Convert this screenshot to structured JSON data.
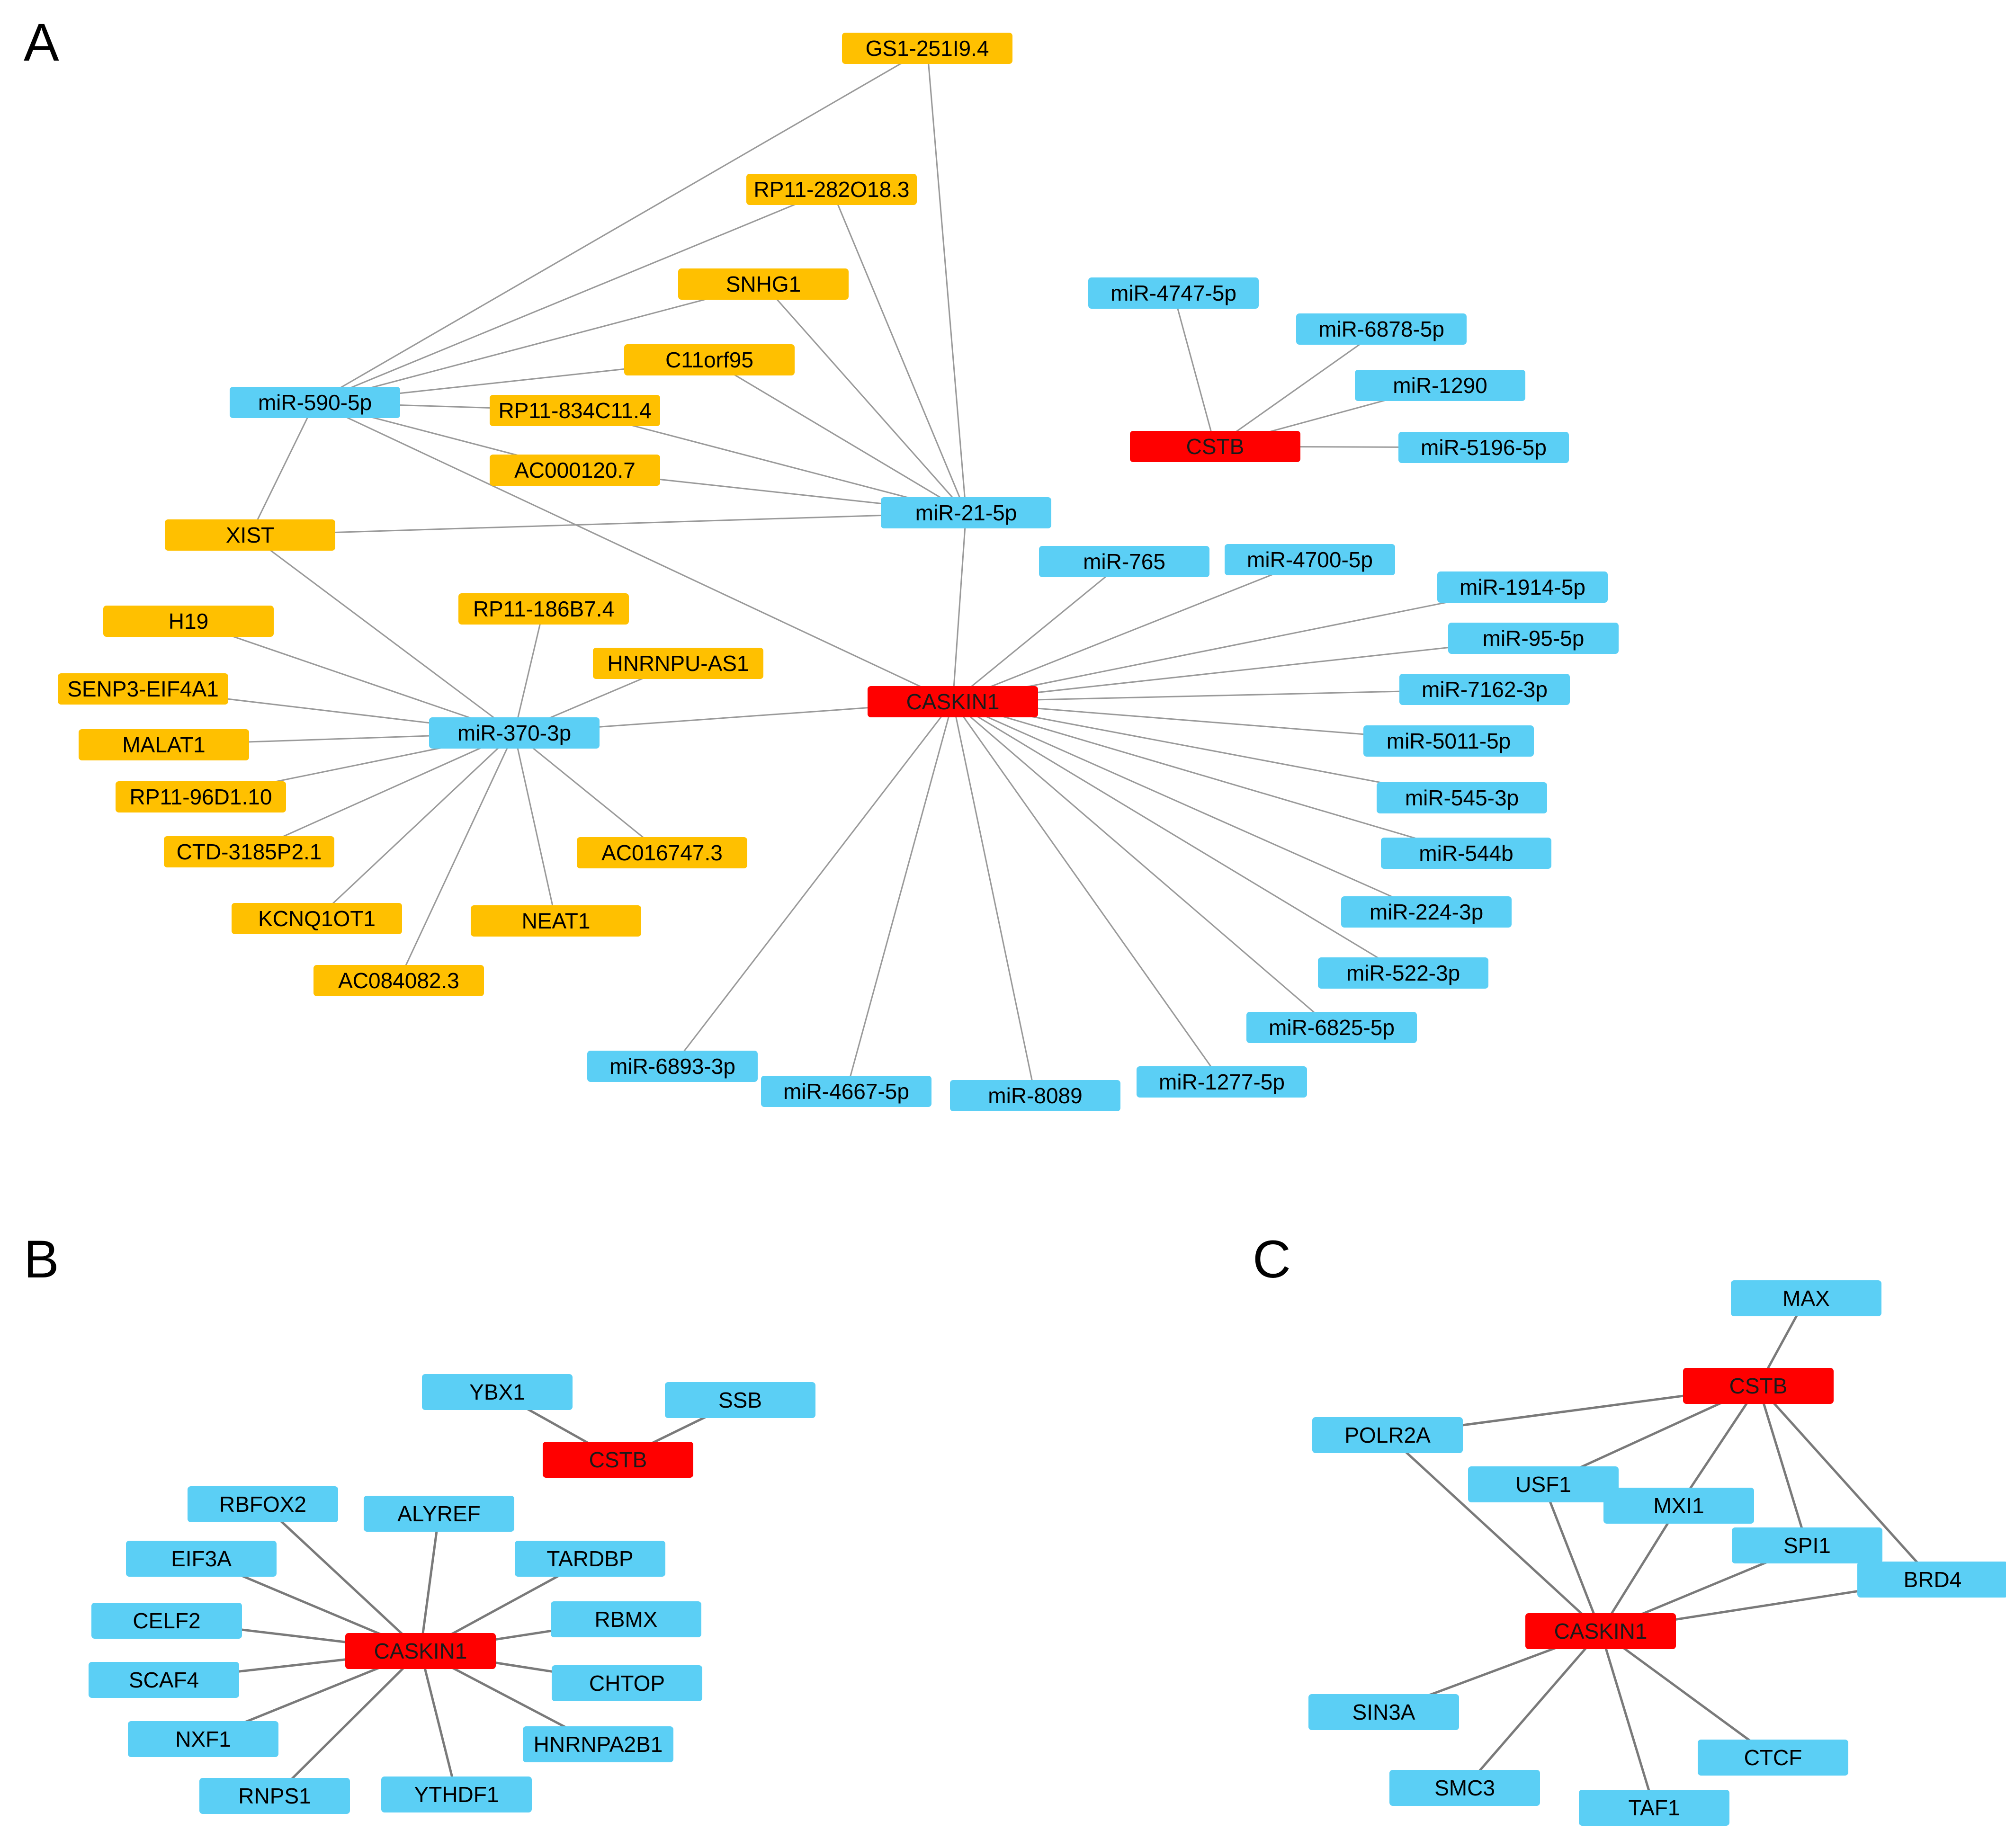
{
  "colors": {
    "mirna": "#5BCFF5",
    "lncrna": "#FFC000",
    "gene": "#FF0000",
    "edge_a": "#9a9a9a",
    "edge_bc": "#7a7a7a",
    "text": "#000000"
  },
  "panels": [
    {
      "letter": "A",
      "nodes": [
        {
          "id": "GS1-251I9.4",
          "label": "GS1-251I9.4",
          "kind": "lncrna"
        },
        {
          "id": "RP11-282O18.3",
          "label": "RP11-282O18.3",
          "kind": "lncrna"
        },
        {
          "id": "SNHG1",
          "label": "SNHG1",
          "kind": "lncrna"
        },
        {
          "id": "C11orf95",
          "label": "C11orf95",
          "kind": "lncrna"
        },
        {
          "id": "RP11-834C11.4",
          "label": "RP11-834C11.4",
          "kind": "lncrna"
        },
        {
          "id": "AC000120.7",
          "label": "AC000120.7",
          "kind": "lncrna"
        },
        {
          "id": "XIST",
          "label": "XIST",
          "kind": "lncrna"
        },
        {
          "id": "H19",
          "label": "H19",
          "kind": "lncrna"
        },
        {
          "id": "SENP3-EIF4A1",
          "label": "SENP3-EIF4A1",
          "kind": "lncrna"
        },
        {
          "id": "MALAT1",
          "label": "MALAT1",
          "kind": "lncrna"
        },
        {
          "id": "RP11-96D1.10",
          "label": "RP11-96D1.10",
          "kind": "lncrna"
        },
        {
          "id": "CTD-3185P2.1",
          "label": "CTD-3185P2.1",
          "kind": "lncrna"
        },
        {
          "id": "KCNQ1OT1",
          "label": "KCNQ1OT1",
          "kind": "lncrna"
        },
        {
          "id": "AC084082.3",
          "label": "AC084082.3",
          "kind": "lncrna"
        },
        {
          "id": "NEAT1",
          "label": "NEAT1",
          "kind": "lncrna"
        },
        {
          "id": "AC016747.3",
          "label": "AC016747.3",
          "kind": "lncrna"
        },
        {
          "id": "HNRNPU-AS1",
          "label": "HNRNPU-AS1",
          "kind": "lncrna"
        },
        {
          "id": "RP11-186B7.4",
          "label": "RP11-186B7.4",
          "kind": "lncrna"
        },
        {
          "id": "miR-590-5p",
          "label": "miR-590-5p",
          "kind": "mirna"
        },
        {
          "id": "miR-21-5p",
          "label": "miR-21-5p",
          "kind": "mirna"
        },
        {
          "id": "miR-370-3p",
          "label": "miR-370-3p",
          "kind": "mirna"
        },
        {
          "id": "CASKIN1",
          "label": "CASKIN1",
          "kind": "gene"
        },
        {
          "id": "CSTB",
          "label": "CSTB",
          "kind": "gene"
        },
        {
          "id": "miR-4747-5p",
          "label": "miR-4747-5p",
          "kind": "mirna"
        },
        {
          "id": "miR-6878-5p",
          "label": "miR-6878-5p",
          "kind": "mirna"
        },
        {
          "id": "miR-1290",
          "label": "miR-1290",
          "kind": "mirna"
        },
        {
          "id": "miR-5196-5p",
          "label": "miR-5196-5p",
          "kind": "mirna"
        },
        {
          "id": "miR-765",
          "label": "miR-765",
          "kind": "mirna"
        },
        {
          "id": "miR-4700-5p",
          "label": "miR-4700-5p",
          "kind": "mirna"
        },
        {
          "id": "miR-1914-5p",
          "label": "miR-1914-5p",
          "kind": "mirna"
        },
        {
          "id": "miR-95-5p",
          "label": "miR-95-5p",
          "kind": "mirna"
        },
        {
          "id": "miR-7162-3p",
          "label": "miR-7162-3p",
          "kind": "mirna"
        },
        {
          "id": "miR-5011-5p",
          "label": "miR-5011-5p",
          "kind": "mirna"
        },
        {
          "id": "miR-545-3p",
          "label": "miR-545-3p",
          "kind": "mirna"
        },
        {
          "id": "miR-544b",
          "label": "miR-544b",
          "kind": "mirna"
        },
        {
          "id": "miR-224-3p",
          "label": "miR-224-3p",
          "kind": "mirna"
        },
        {
          "id": "miR-522-3p",
          "label": "miR-522-3p",
          "kind": "mirna"
        },
        {
          "id": "miR-6825-5p",
          "label": "miR-6825-5p",
          "kind": "mirna"
        },
        {
          "id": "miR-1277-5p",
          "label": "miR-1277-5p",
          "kind": "mirna"
        },
        {
          "id": "miR-8089",
          "label": "miR-8089",
          "kind": "mirna"
        },
        {
          "id": "miR-4667-5p",
          "label": "miR-4667-5p",
          "kind": "mirna"
        },
        {
          "id": "miR-6893-3p",
          "label": "miR-6893-3p",
          "kind": "mirna"
        }
      ],
      "edges": [
        [
          "GS1-251I9.4",
          "miR-590-5p"
        ],
        [
          "GS1-251I9.4",
          "miR-21-5p"
        ],
        [
          "RP11-282O18.3",
          "miR-590-5p"
        ],
        [
          "RP11-282O18.3",
          "miR-21-5p"
        ],
        [
          "SNHG1",
          "miR-590-5p"
        ],
        [
          "SNHG1",
          "miR-21-5p"
        ],
        [
          "C11orf95",
          "miR-590-5p"
        ],
        [
          "C11orf95",
          "miR-21-5p"
        ],
        [
          "RP11-834C11.4",
          "miR-590-5p"
        ],
        [
          "RP11-834C11.4",
          "miR-21-5p"
        ],
        [
          "AC000120.7",
          "miR-590-5p"
        ],
        [
          "AC000120.7",
          "miR-21-5p"
        ],
        [
          "XIST",
          "miR-590-5p"
        ],
        [
          "XIST",
          "miR-21-5p"
        ],
        [
          "XIST",
          "miR-370-3p"
        ],
        [
          "miR-590-5p",
          "CASKIN1"
        ],
        [
          "miR-21-5p",
          "CASKIN1"
        ],
        [
          "miR-370-3p",
          "CASKIN1"
        ],
        [
          "H19",
          "miR-370-3p"
        ],
        [
          "SENP3-EIF4A1",
          "miR-370-3p"
        ],
        [
          "MALAT1",
          "miR-370-3p"
        ],
        [
          "RP11-96D1.10",
          "miR-370-3p"
        ],
        [
          "CTD-3185P2.1",
          "miR-370-3p"
        ],
        [
          "KCNQ1OT1",
          "miR-370-3p"
        ],
        [
          "AC084082.3",
          "miR-370-3p"
        ],
        [
          "NEAT1",
          "miR-370-3p"
        ],
        [
          "AC016747.3",
          "miR-370-3p"
        ],
        [
          "HNRNPU-AS1",
          "miR-370-3p"
        ],
        [
          "RP11-186B7.4",
          "miR-370-3p"
        ],
        [
          "CSTB",
          "miR-4747-5p"
        ],
        [
          "CSTB",
          "miR-6878-5p"
        ],
        [
          "CSTB",
          "miR-1290"
        ],
        [
          "CSTB",
          "miR-5196-5p"
        ],
        [
          "CASKIN1",
          "miR-765"
        ],
        [
          "CASKIN1",
          "miR-4700-5p"
        ],
        [
          "CASKIN1",
          "miR-1914-5p"
        ],
        [
          "CASKIN1",
          "miR-95-5p"
        ],
        [
          "CASKIN1",
          "miR-7162-3p"
        ],
        [
          "CASKIN1",
          "miR-5011-5p"
        ],
        [
          "CASKIN1",
          "miR-545-3p"
        ],
        [
          "CASKIN1",
          "miR-544b"
        ],
        [
          "CASKIN1",
          "miR-224-3p"
        ],
        [
          "CASKIN1",
          "miR-522-3p"
        ],
        [
          "CASKIN1",
          "miR-6825-5p"
        ],
        [
          "CASKIN1",
          "miR-1277-5p"
        ],
        [
          "CASKIN1",
          "miR-8089"
        ],
        [
          "CASKIN1",
          "miR-4667-5p"
        ],
        [
          "CASKIN1",
          "miR-6893-3p"
        ]
      ]
    },
    {
      "letter": "B",
      "nodes": [
        {
          "id": "YBX1",
          "label": "YBX1",
          "kind": "mirna"
        },
        {
          "id": "SSB",
          "label": "SSB",
          "kind": "mirna"
        },
        {
          "id": "CSTB",
          "label": "CSTB",
          "kind": "gene"
        },
        {
          "id": "RBFOX2",
          "label": "RBFOX2",
          "kind": "mirna"
        },
        {
          "id": "ALYREF",
          "label": "ALYREF",
          "kind": "mirna"
        },
        {
          "id": "TARDBP",
          "label": "TARDBP",
          "kind": "mirna"
        },
        {
          "id": "EIF3A",
          "label": "EIF3A",
          "kind": "mirna"
        },
        {
          "id": "RBMX",
          "label": "RBMX",
          "kind": "mirna"
        },
        {
          "id": "CELF2",
          "label": "CELF2",
          "kind": "mirna"
        },
        {
          "id": "CASKIN1",
          "label": "CASKIN1",
          "kind": "gene"
        },
        {
          "id": "SCAF4",
          "label": "SCAF4",
          "kind": "mirna"
        },
        {
          "id": "CHTOP",
          "label": "CHTOP",
          "kind": "mirna"
        },
        {
          "id": "NXF1",
          "label": "NXF1",
          "kind": "mirna"
        },
        {
          "id": "HNRNPA2B1",
          "label": "HNRNPA2B1",
          "kind": "mirna"
        },
        {
          "id": "RNPS1",
          "label": "RNPS1",
          "kind": "mirna"
        },
        {
          "id": "YTHDF1",
          "label": "YTHDF1",
          "kind": "mirna"
        }
      ],
      "edges": [
        [
          "CSTB",
          "YBX1"
        ],
        [
          "CSTB",
          "SSB"
        ],
        [
          "CASKIN1",
          "RBFOX2"
        ],
        [
          "CASKIN1",
          "ALYREF"
        ],
        [
          "CASKIN1",
          "TARDBP"
        ],
        [
          "CASKIN1",
          "EIF3A"
        ],
        [
          "CASKIN1",
          "RBMX"
        ],
        [
          "CASKIN1",
          "CELF2"
        ],
        [
          "CASKIN1",
          "SCAF4"
        ],
        [
          "CASKIN1",
          "CHTOP"
        ],
        [
          "CASKIN1",
          "NXF1"
        ],
        [
          "CASKIN1",
          "HNRNPA2B1"
        ],
        [
          "CASKIN1",
          "RNPS1"
        ],
        [
          "CASKIN1",
          "YTHDF1"
        ]
      ]
    },
    {
      "letter": "C",
      "nodes": [
        {
          "id": "MAX",
          "label": "MAX",
          "kind": "mirna"
        },
        {
          "id": "CSTB",
          "label": "CSTB",
          "kind": "gene"
        },
        {
          "id": "POLR2A",
          "label": "POLR2A",
          "kind": "mirna"
        },
        {
          "id": "USF1",
          "label": "USF1",
          "kind": "mirna"
        },
        {
          "id": "MXI1",
          "label": "MXI1",
          "kind": "mirna"
        },
        {
          "id": "SPI1",
          "label": "SPI1",
          "kind": "mirna"
        },
        {
          "id": "BRD4",
          "label": "BRD4",
          "kind": "mirna"
        },
        {
          "id": "CASKIN1",
          "label": "CASKIN1",
          "kind": "gene"
        },
        {
          "id": "SIN3A",
          "label": "SIN3A",
          "kind": "mirna"
        },
        {
          "id": "CTCF",
          "label": "CTCF",
          "kind": "mirna"
        },
        {
          "id": "SMC3",
          "label": "SMC3",
          "kind": "mirna"
        },
        {
          "id": "TAF1",
          "label": "TAF1",
          "kind": "mirna"
        }
      ],
      "edges": [
        [
          "CSTB",
          "MAX"
        ],
        [
          "CSTB",
          "POLR2A"
        ],
        [
          "CSTB",
          "USF1"
        ],
        [
          "CSTB",
          "MXI1"
        ],
        [
          "CSTB",
          "SPI1"
        ],
        [
          "CSTB",
          "BRD4"
        ],
        [
          "CASKIN1",
          "POLR2A"
        ],
        [
          "CASKIN1",
          "USF1"
        ],
        [
          "CASKIN1",
          "MXI1"
        ],
        [
          "CASKIN1",
          "SPI1"
        ],
        [
          "CASKIN1",
          "BRD4"
        ],
        [
          "CASKIN1",
          "SIN3A"
        ],
        [
          "CASKIN1",
          "SMC3"
        ],
        [
          "CASKIN1",
          "TAF1"
        ],
        [
          "CASKIN1",
          "CTCF"
        ]
      ]
    }
  ]
}
